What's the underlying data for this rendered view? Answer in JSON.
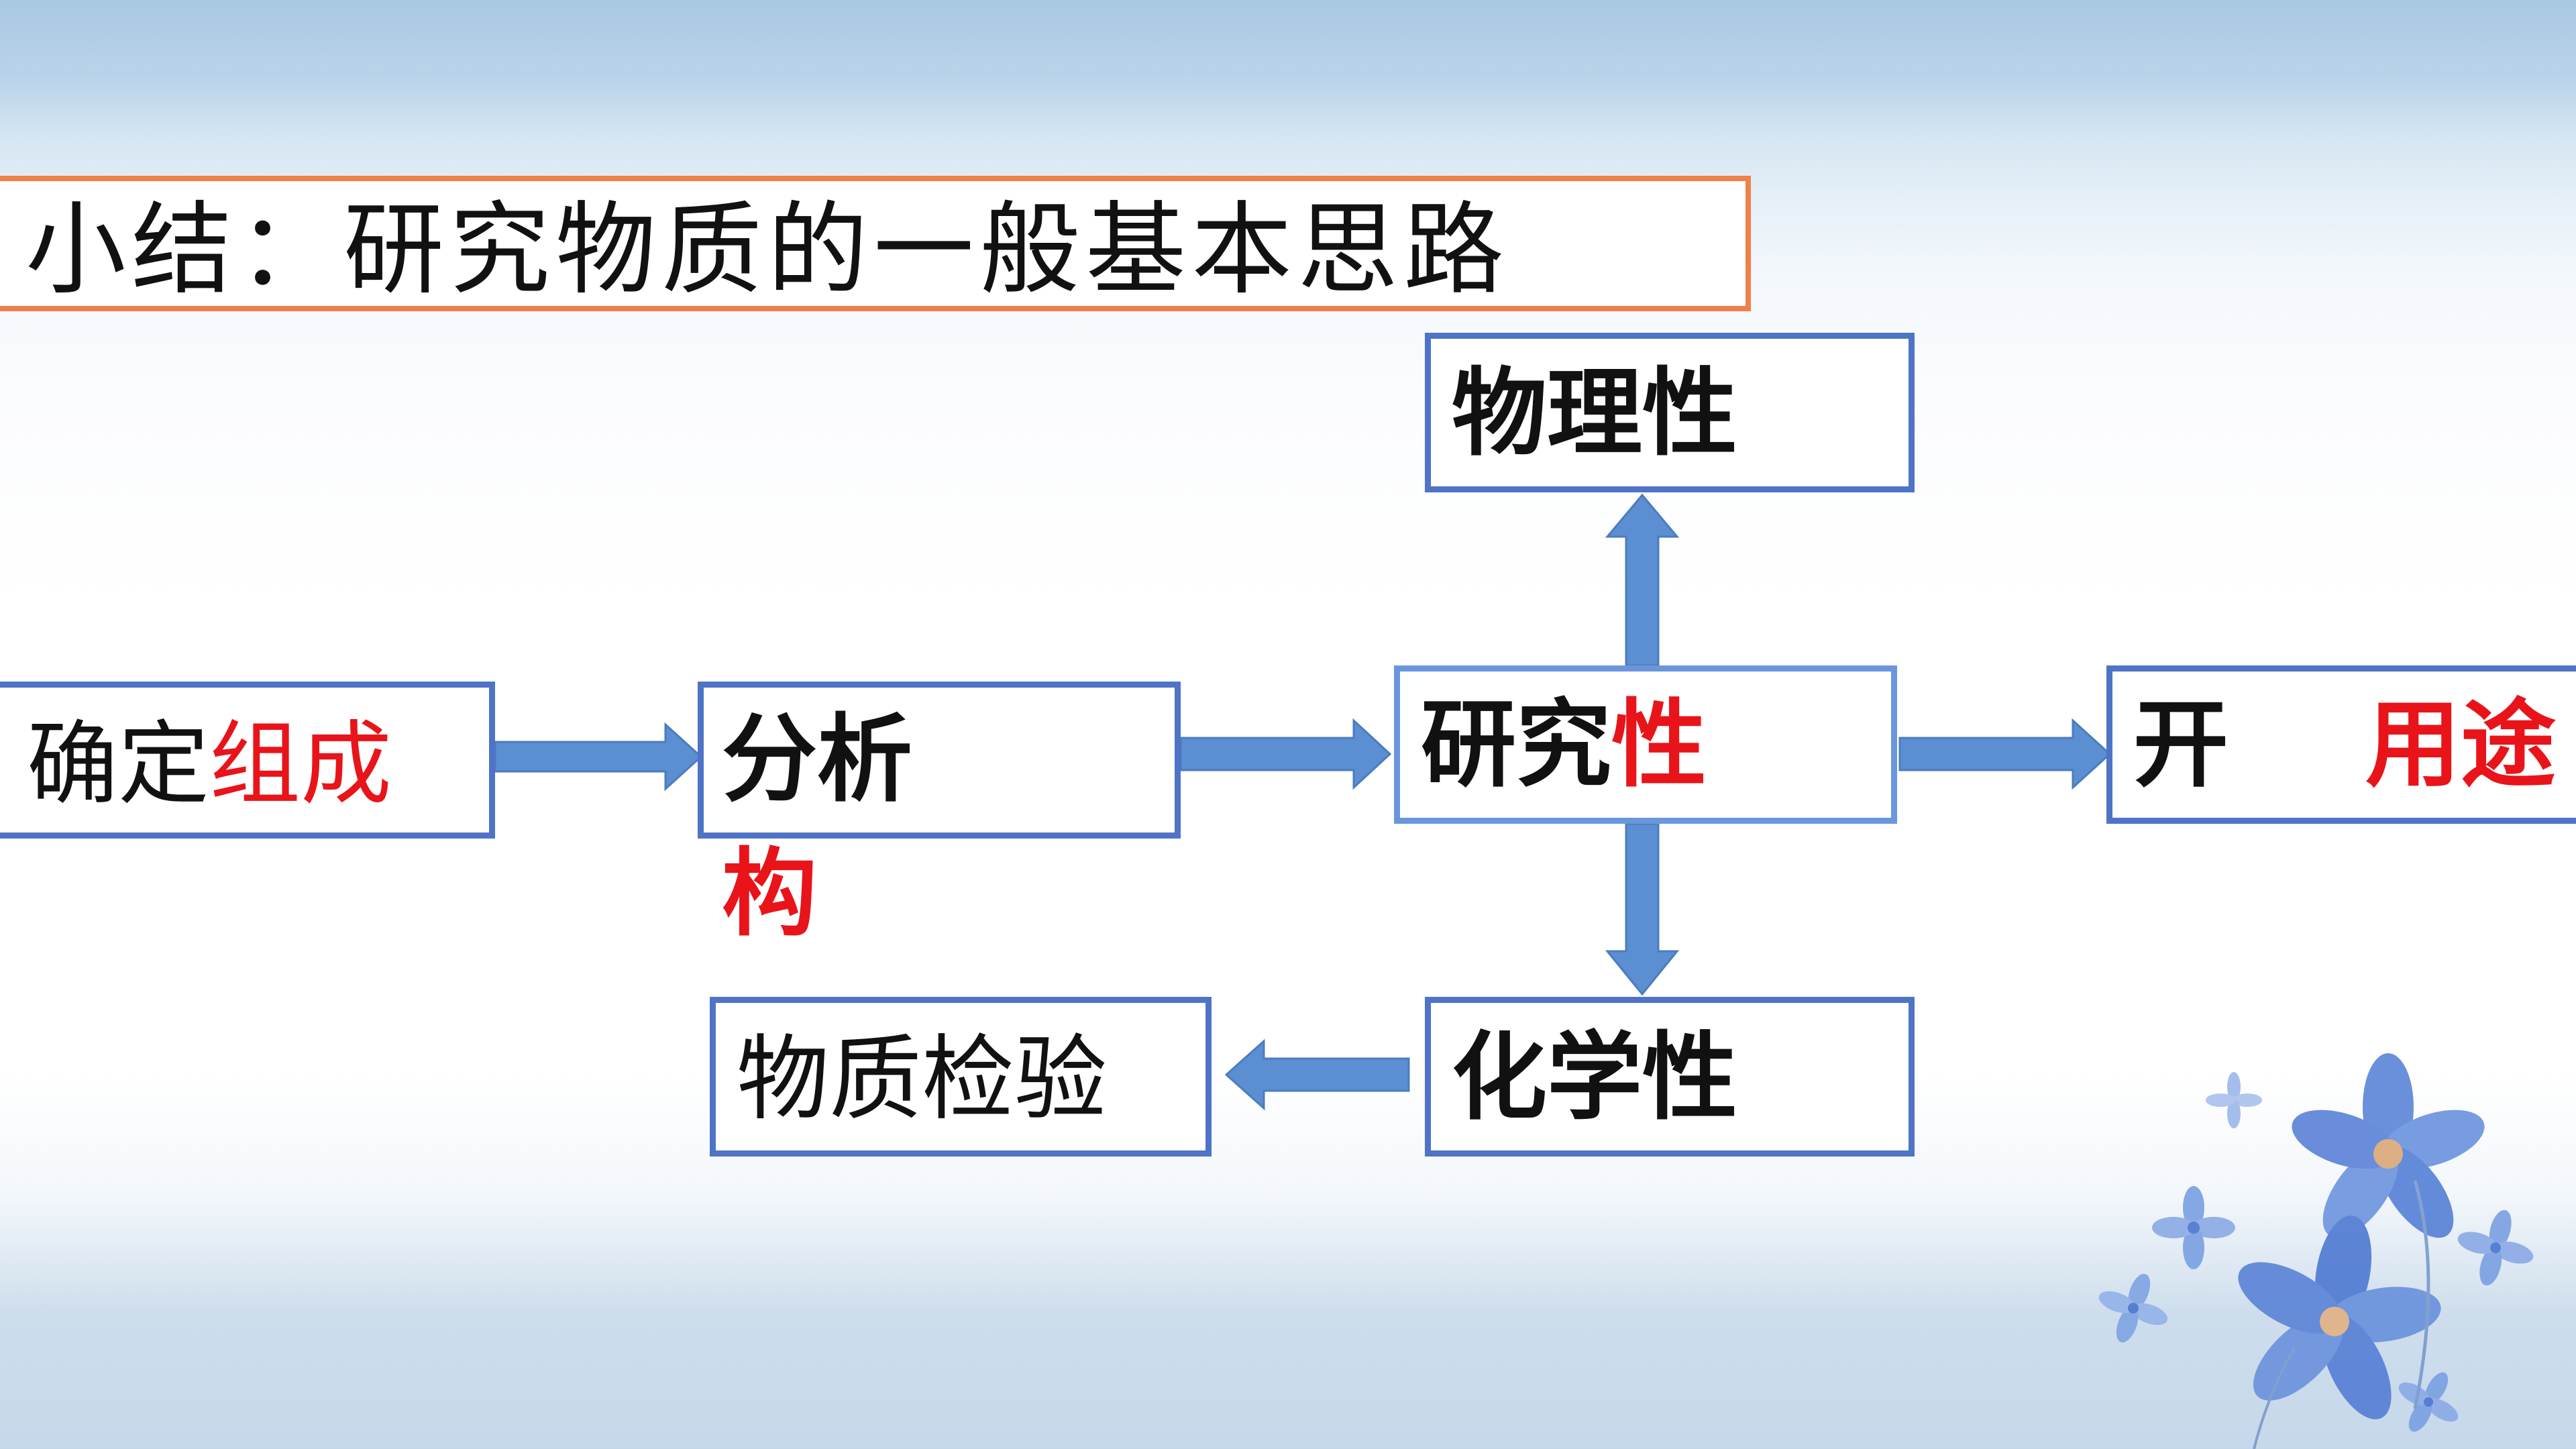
{
  "title": "小结：研究物质的一般基本思路",
  "nodes": {
    "composition": {
      "prefix": "确定",
      "highlight": "组成"
    },
    "structure": {
      "prefix": "分析",
      "highlight": "构"
    },
    "properties": {
      "prefix": "研究",
      "highlight": "性"
    },
    "physical": {
      "label": "物理性"
    },
    "chemical": {
      "label": "化学性"
    },
    "inspection": {
      "label": "物质检验"
    },
    "uses": {
      "prefix": "开",
      "highlight": "用途"
    }
  },
  "colors": {
    "box_border": "#4f73c6",
    "arrow": "#5b8fd2",
    "highlight": "#e8141a",
    "title_border": "#f0804a"
  }
}
